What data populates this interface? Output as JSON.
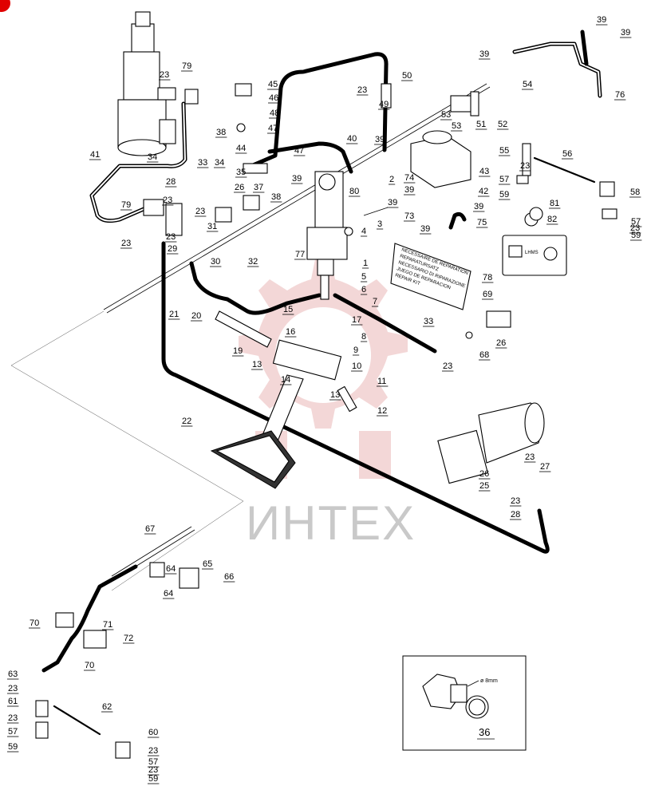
{
  "badge": {
    "color": "#e00000"
  },
  "watermark": {
    "text": "ИНТЕХ",
    "color": "#e8a5a5"
  },
  "repair_label": {
    "lines": [
      "NECESSAIRE DE REPARATION",
      "REPARATURSATZ",
      "NECESSARIO DI RIPARAZIONE",
      "JUEGO DE REPARACION",
      "REPAIR KIT"
    ]
  },
  "sticker": {
    "text": "LHMS"
  },
  "inset": {
    "dimension": "ø 8mm",
    "part": "36"
  }
}
